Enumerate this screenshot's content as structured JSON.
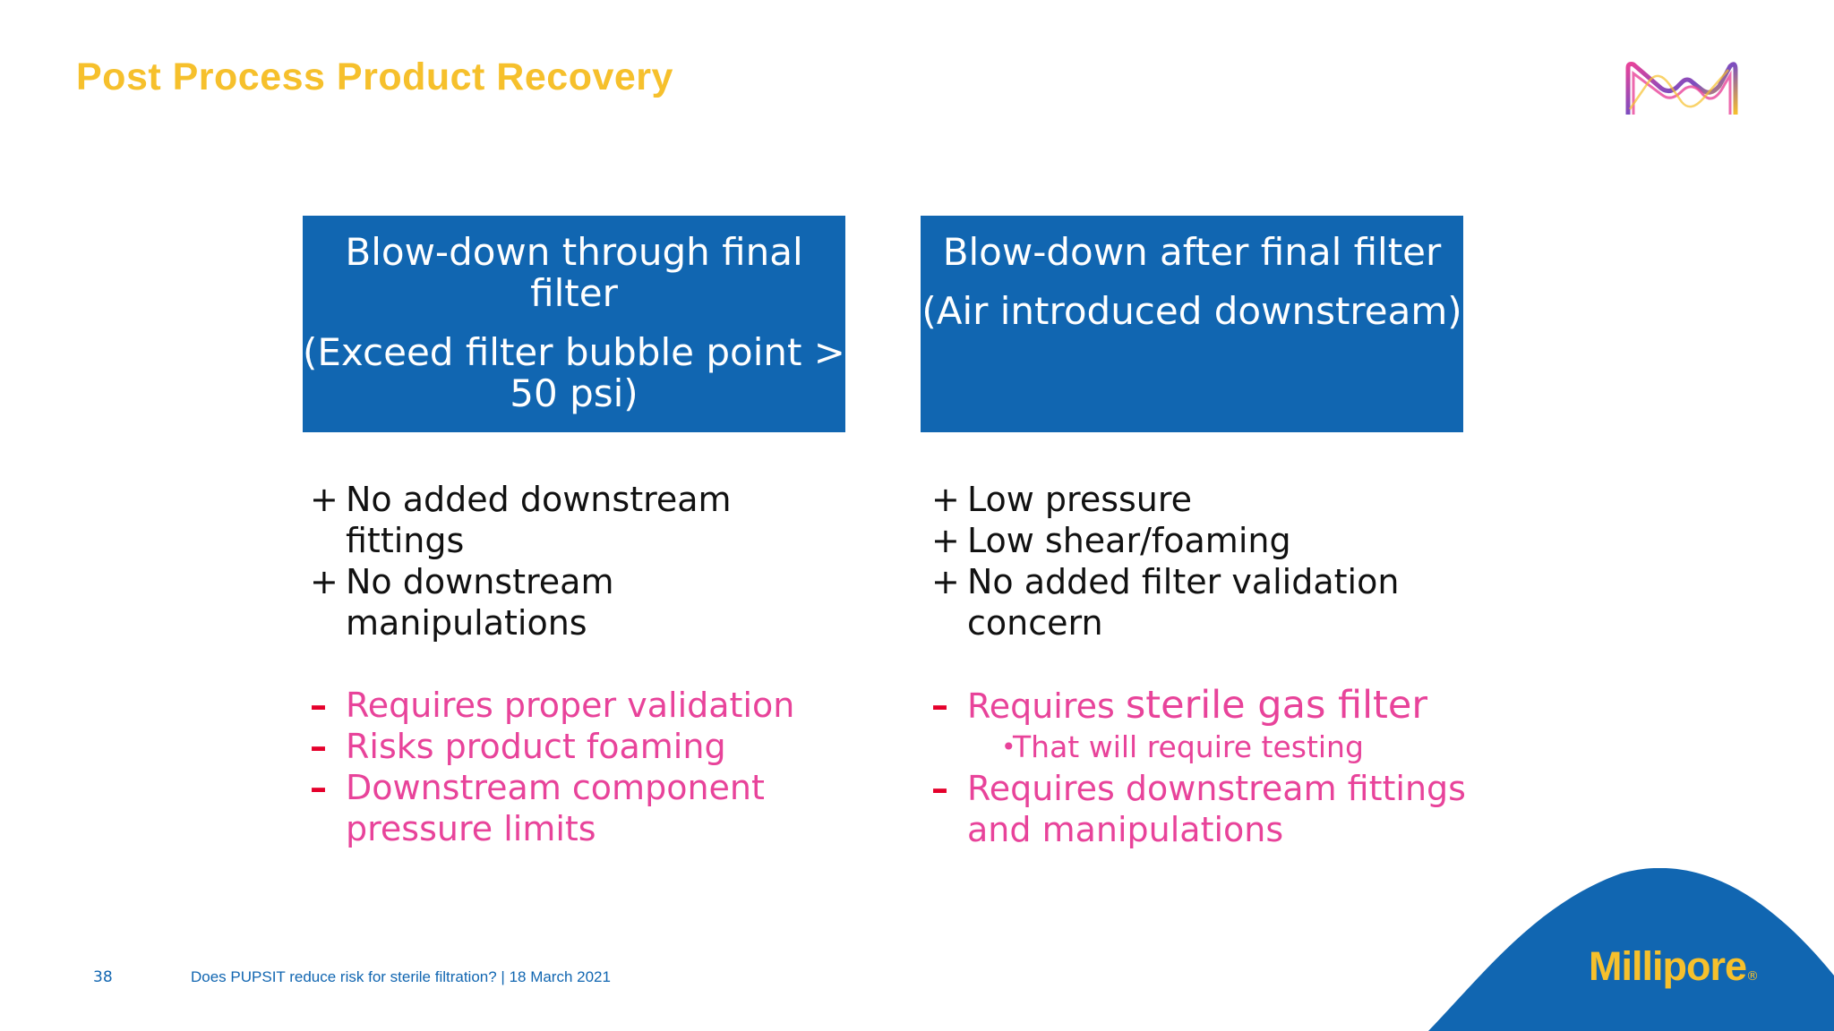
{
  "title": "Post Process Product Recovery",
  "colors": {
    "title": "#f6c02c",
    "box_fill": "#1166b1",
    "pro_text": "#111111",
    "con_text": "#e8439a",
    "con_mark": "#e5002b",
    "footer": "#1166b1"
  },
  "left": {
    "heading": "Blow-down through final filter",
    "subheading": "(Exceed filter bubble point  > 50 psi)",
    "pros": [
      "No added downstream fittings",
      "No downstream manipulations"
    ],
    "cons": [
      "Requires proper validation",
      "Risks product foaming",
      "Downstream component pressure limits"
    ]
  },
  "right": {
    "heading": "Blow-down after final filter",
    "subheading": "(Air introduced downstream)",
    "pros": [
      "Low pressure",
      "Low shear/foaming",
      "No added filter validation concern"
    ],
    "cons": [
      {
        "prefix": "Requires ",
        "emphasis": "sterile gas filter"
      },
      "That will require testing",
      "Requires downstream fittings and manipulations"
    ]
  },
  "markers": {
    "pro": "+",
    "con": "–",
    "sub": "•"
  },
  "footer": {
    "page": "38",
    "text": "Does PUPSIT reduce risk for sterile filtration? | 18 March 2021"
  },
  "brand": {
    "name": "Millipore",
    "reg": "®"
  },
  "icons": {
    "logo": "merck-m-logo-icon"
  }
}
